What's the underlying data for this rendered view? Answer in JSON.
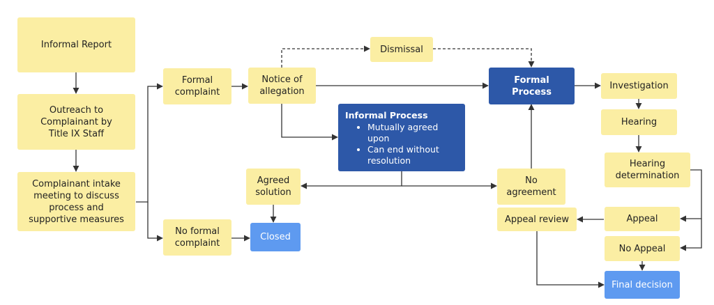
{
  "nodes": {
    "informal_report": "Informal Report",
    "outreach": "Outreach to\nComplainant by\nTitle IX Staff",
    "intake": "Complainant intake\nmeeting to discuss\nprocess and\nsupportive measures",
    "formal_complaint": "Formal\ncomplaint",
    "no_formal_complaint": "No formal\ncomplaint",
    "notice_of_allegation": "Notice of\nallegation",
    "dismissal": "Dismissal",
    "informal_process": {
      "title": "Informal Process",
      "bullets": [
        "Mutually agreed upon",
        "Can end without resolution"
      ]
    },
    "agreed_solution": "Agreed\nsolution",
    "closed": "Closed",
    "formal_process": "Formal\nProcess",
    "no_agreement": "No\nagreement",
    "investigation": "Investigation",
    "hearing": "Hearing",
    "hearing_determination": "Hearing\ndetermination",
    "appeal": "Appeal",
    "appeal_review": "Appeal review",
    "no_appeal": "No Appeal",
    "final_decision": "Final decision"
  },
  "colors": {
    "step": "#fbeea3",
    "process": "#2d58a8",
    "outcome": "#5e9af0",
    "connector": "#333333"
  }
}
